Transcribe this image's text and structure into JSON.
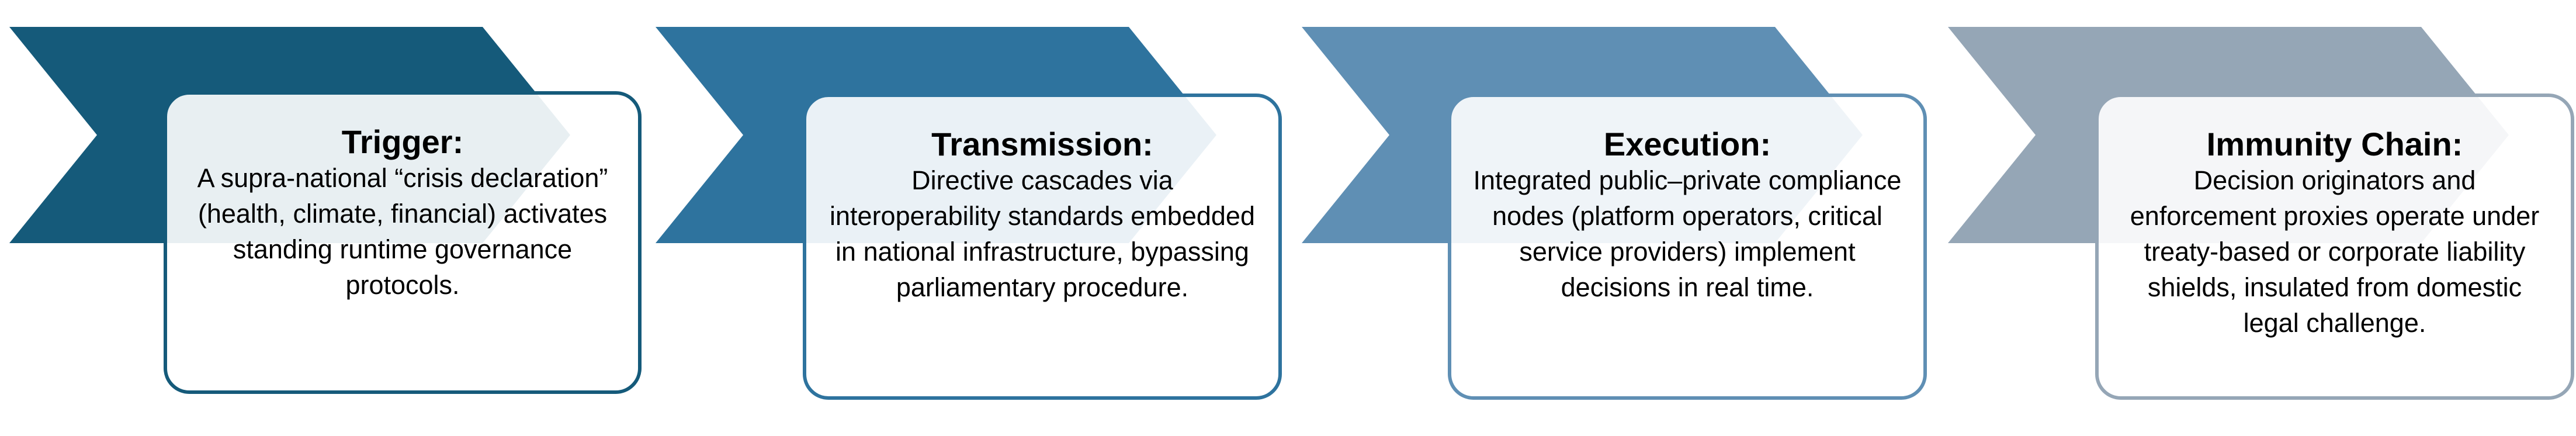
{
  "colors": {
    "step1": "#155a7a",
    "step2": "#2e739e",
    "step3": "#5f8fb4",
    "step4": "#95a6b6"
  },
  "steps": [
    {
      "title": "Trigger:",
      "body": "A supra-national “crisis declaration” (health, climate, financial) activates standing runtime governance protocols."
    },
    {
      "title": "Transmission:",
      "body": "Directive cascades via interoperability standards embedded in national infrastructure, bypassing parliamentary procedure."
    },
    {
      "title": "Execution:",
      "body": "Integrated public–private compliance nodes (platform operators, critical service providers) implement decisions in real time."
    },
    {
      "title": "Immunity Chain:",
      "body": "Decision originators and enforcement proxies operate under treaty-based or corporate liability shields, insulated from domestic legal challenge."
    }
  ]
}
